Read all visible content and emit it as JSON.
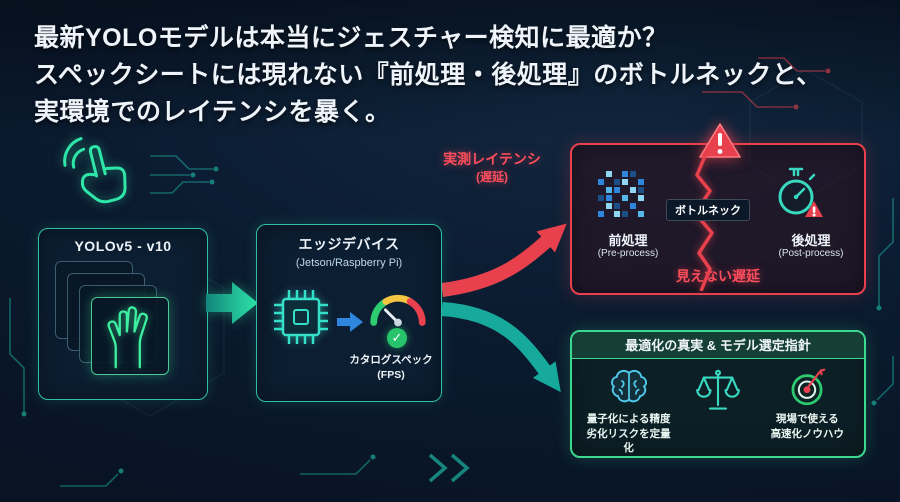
{
  "title": {
    "line1": "最新YOLOモデルは本当にジェスチャー検知に最適か？",
    "line2": "スペックシートには現れない『前処理・後処理』のボトルネックと、",
    "line3": "実環境でのレイテンシを暴く。"
  },
  "flow": {
    "yolo": {
      "title": "YOLOv5 - v10"
    },
    "edge": {
      "title": "エッジデバイス",
      "subtitle": "(Jetson/Raspberry Pi)",
      "spec_label": "カタログスペック",
      "spec_unit": "(FPS)"
    },
    "latency": {
      "line1": "実測レイテンシ",
      "line2": "(遅延)"
    }
  },
  "bottleneck": {
    "pre_title": "前処理",
    "pre_sub": "(Pre-process)",
    "label": "ボトルネック",
    "post_title": "後処理",
    "post_sub": "(Post-process)",
    "hidden": "見えない遅延"
  },
  "optimization": {
    "header": "最適化の真実 & モデル選定指針",
    "item1_line1": "量子化による精度",
    "item1_line2": "劣化リスクを定量化",
    "item3_line1": "現場で使える",
    "item3_line2": "高速化ノウハウ"
  },
  "icons": {
    "check": "✓"
  },
  "colors": {
    "background": "#0b1b30",
    "accent_teal": "#2fbfa6",
    "accent_green": "#3bd98e",
    "accent_red": "#e8414d",
    "accent_blue": "#2e86de",
    "text": "#eef4f9"
  }
}
